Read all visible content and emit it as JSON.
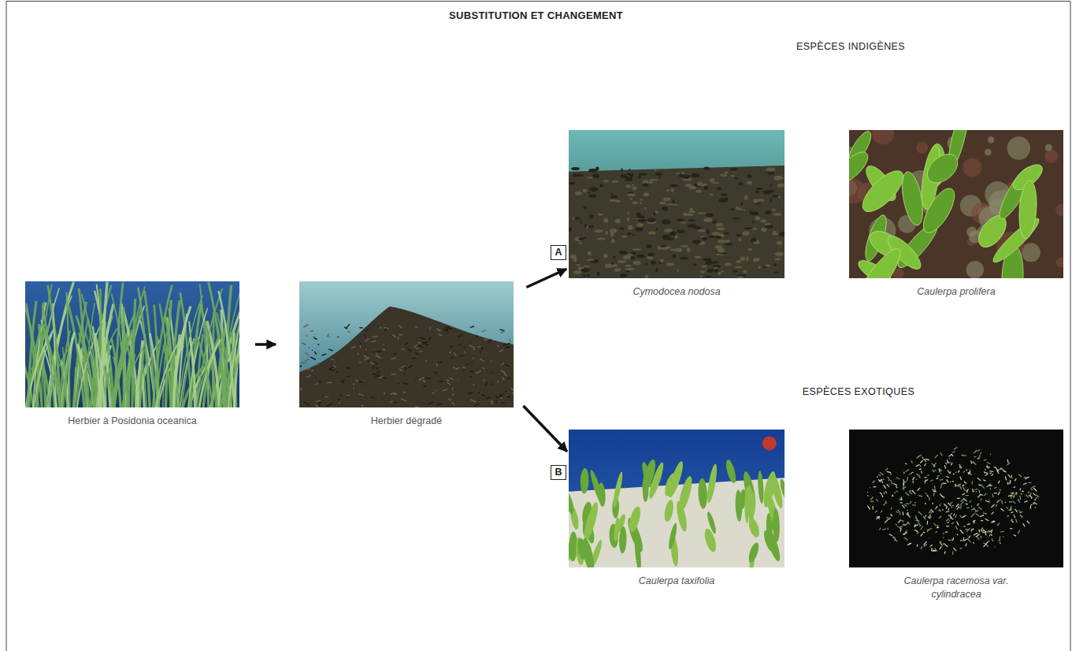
{
  "diagram": {
    "title": "SUBSTITUTION ET CHANGEMENT",
    "nodes": [
      {
        "text": [
          "Herbier à Posidonia oceanica"
        ]
      },
      {
        "text": [
          "Herbier dégradé"
        ]
      },
      {
        "text": [
          "A"
        ]
      },
      {
        "text": [
          "Cymodocea nodosa"
        ]
      },
      {
        "text": [
          "Caulerpa prolifera"
        ]
      },
      {
        "text": [
          "B"
        ]
      },
      {
        "text": [
          "Caulerpa taxifolia"
        ]
      },
      {
        "text": [
          "Caulerpa racemosa var. cylindracea"
        ]
      }
    ],
    "edges": [
      {
        "from": 0,
        "to": 1,
        "arrow": "to"
      },
      {
        "from": 1,
        "to": 3,
        "arrow": "to"
      },
      {
        "from": 1,
        "to": 6,
        "arrow": "to"
      }
    ],
    "labels": [
      "ESPÈCES INDIGÈNES",
      "ESPÈCES EXOTIQUES"
    ]
  }
}
